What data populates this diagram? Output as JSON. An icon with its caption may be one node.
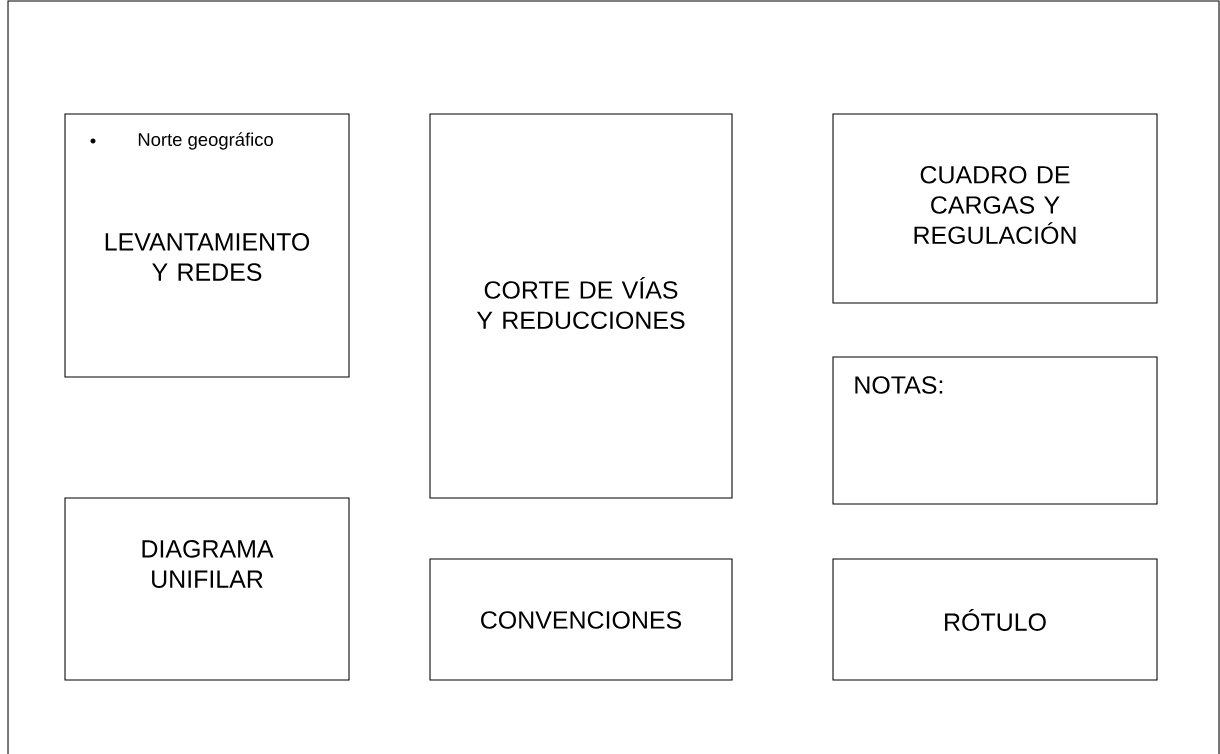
{
  "diagram": {
    "nodes": [
      {
        "text": [
          "Norte geográfico",
          "LEVANTAMIENTO Y REDES"
        ]
      },
      {
        "text": [
          "CORTE DE VÍAS Y REDUCCIONES"
        ]
      },
      {
        "text": [
          "CUADRO DE CARGAS Y REGULACIÓN"
        ]
      },
      {
        "text": [
          "NOTAS:"
        ]
      },
      {
        "text": [
          "DIAGRAMA UNIFILAR"
        ]
      },
      {
        "text": [
          "CONVENCIONES"
        ]
      },
      {
        "text": [
          "RÓTULO"
        ]
      }
    ]
  }
}
